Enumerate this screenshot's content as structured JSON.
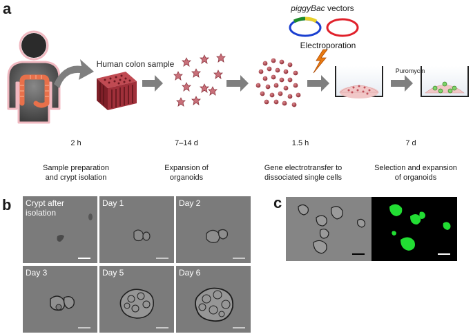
{
  "panel_a": {
    "letter": "a",
    "vectors_label_italic": "piggyBac",
    "vectors_label_rest": " vectors",
    "colon_sample_label": "Human colon sample",
    "electroporation_label": "Electroporation",
    "puromycin_label": "Puromycin",
    "timeline": [
      {
        "duration": "2 h",
        "description": "Sample preparation\nand crypt isolation"
      },
      {
        "duration": "7–14 d",
        "description": "Expansion of\norganoids"
      },
      {
        "duration": "1.5 h",
        "description": "Gene electrotransfer to\ndissociated single cells"
      },
      {
        "duration": "7 d",
        "description": "Selection and expansion\nof organoids"
      }
    ]
  },
  "panel_b": {
    "letter": "b",
    "images": [
      {
        "label": "Crypt after\nisolation"
      },
      {
        "label": "Day 1"
      },
      {
        "label": "Day 2"
      },
      {
        "label": "Day 3"
      },
      {
        "label": "Day 5"
      },
      {
        "label": "Day 6"
      }
    ]
  },
  "panel_c": {
    "letter": "c"
  },
  "colors": {
    "arrow_gray": "#7f7f7f",
    "tissue_red": "#a0303a",
    "crypt_pink": "#c9707a",
    "cell_red": "#a8404a",
    "fluorescence_green": "#22dd33",
    "plasmid_blue": "#1a3fd0",
    "plasmid_red": "#e0202a",
    "colon_orange": "#e8704a",
    "lightning_orange": "#e87a10"
  }
}
